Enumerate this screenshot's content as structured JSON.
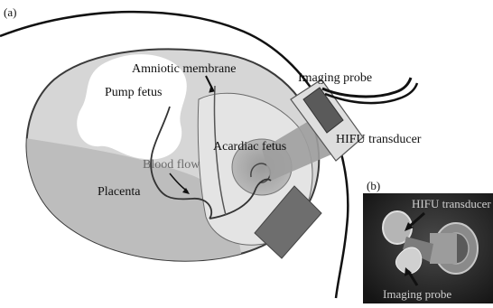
{
  "panel_a": {
    "tag": "(a)",
    "labels": {
      "amniotic_membrane": "Amniotic membrane",
      "pump_fetus": "Pump fetus",
      "imaging_probe": "Imaging probe",
      "hifu_transducer": "HIFU transducer",
      "acardiac_fetus": "Acardiac fetus",
      "blood_flow": "Blood flow",
      "placenta": "Placenta"
    }
  },
  "panel_b": {
    "tag": "(b)",
    "labels": {
      "hifu_transducer": "HIFU transducer",
      "imaging_probe": "Imaging probe"
    }
  },
  "colors": {
    "uterus_fill": "#d6d6d6",
    "placenta_fill": "#bdbdbd",
    "sac_fill": "#e4e4e4",
    "outline": "#3a3a3a",
    "photo_bg": "#1e1e1e"
  }
}
